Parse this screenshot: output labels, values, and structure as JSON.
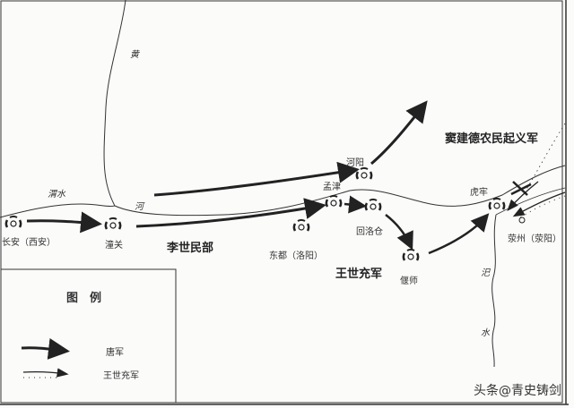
{
  "places": {
    "changan": "长安（西安）",
    "tongguan": "潼关",
    "dongdu": "东都（洛阳）",
    "mengjin": "孟津",
    "heyang": "河阳",
    "huiluocang": "回洛仓",
    "yanshi": "偃师",
    "hulao": "虎牢",
    "xingzhou": "荥州（荥阳）"
  },
  "rivers": {
    "weishui": "渭水",
    "huang": "黄",
    "he": "河",
    "si": "汜",
    "shui": "水"
  },
  "forces": {
    "lishimin": "李世民部",
    "wangshichong": "王世充军",
    "doujiande": "窦建德农民起义军"
  },
  "legend": {
    "title": "图　例",
    "items": [
      {
        "label": "唐军",
        "style": "solid"
      },
      {
        "label": "王世充军",
        "style": "dotted"
      }
    ]
  },
  "watermark": "头条@青史铸剑"
}
